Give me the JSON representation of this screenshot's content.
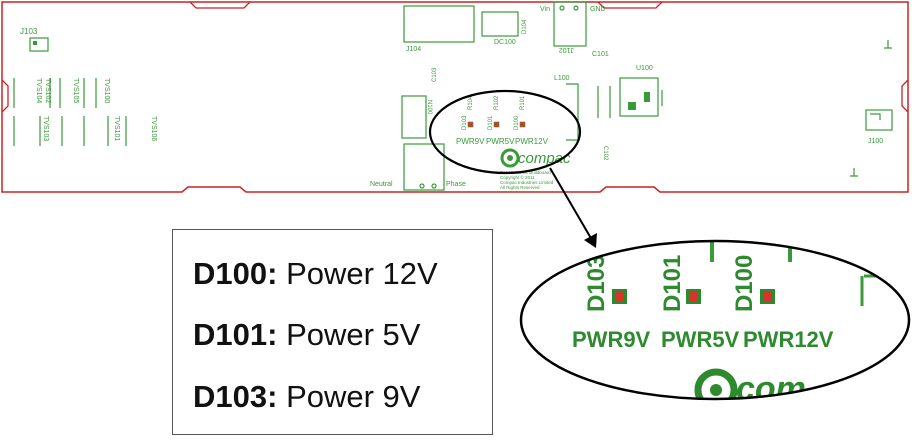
{
  "board": {
    "connectors": {
      "j103": "J103",
      "j104": "J104",
      "dc100": "DC100",
      "vin": "Vin",
      "gnd": "GND",
      "j102": "J102",
      "j101": "J101",
      "c101": "C101",
      "c103": "C103",
      "l100": "L100",
      "u100": "U100",
      "c102": "C102",
      "j100": "J100",
      "neutral": "Neutral",
      "phase": "Phase",
      "n100": "N100"
    },
    "tvs": [
      "TVS104",
      "TVS102",
      "TVS105",
      "TVS100",
      "TVS103",
      "TVS101",
      "TVS106"
    ],
    "leds": [
      {
        "ref": "D103",
        "res": "R104",
        "label": "PWR9V"
      },
      {
        "ref": "D101",
        "res": "R102",
        "label": "PWR5V"
      },
      {
        "ref": "D100",
        "res": "R101",
        "label": "PWR12V"
      }
    ],
    "logo": "compac",
    "copyright": [
      "C2010 A.C.M. Buildboard",
      "Copyright © 2011",
      "Compac Industries Limited",
      "All Rights Reserved"
    ],
    "led_color": "#d8342a",
    "silk_color": "#3a9a3a",
    "outline_color": "#cc2222"
  },
  "zoom": {
    "leds": [
      {
        "ref": "D103",
        "label": "PWR9V"
      },
      {
        "ref": "D101",
        "label": "PWR5V"
      },
      {
        "ref": "D100",
        "label": "PWR12V"
      }
    ],
    "logo": "com"
  },
  "legend": {
    "items": [
      {
        "ref": "D100:",
        "desc": "Power 12V"
      },
      {
        "ref": "D101:",
        "desc": "Power 5V"
      },
      {
        "ref": "D103:",
        "desc": "Power 9V"
      }
    ]
  }
}
